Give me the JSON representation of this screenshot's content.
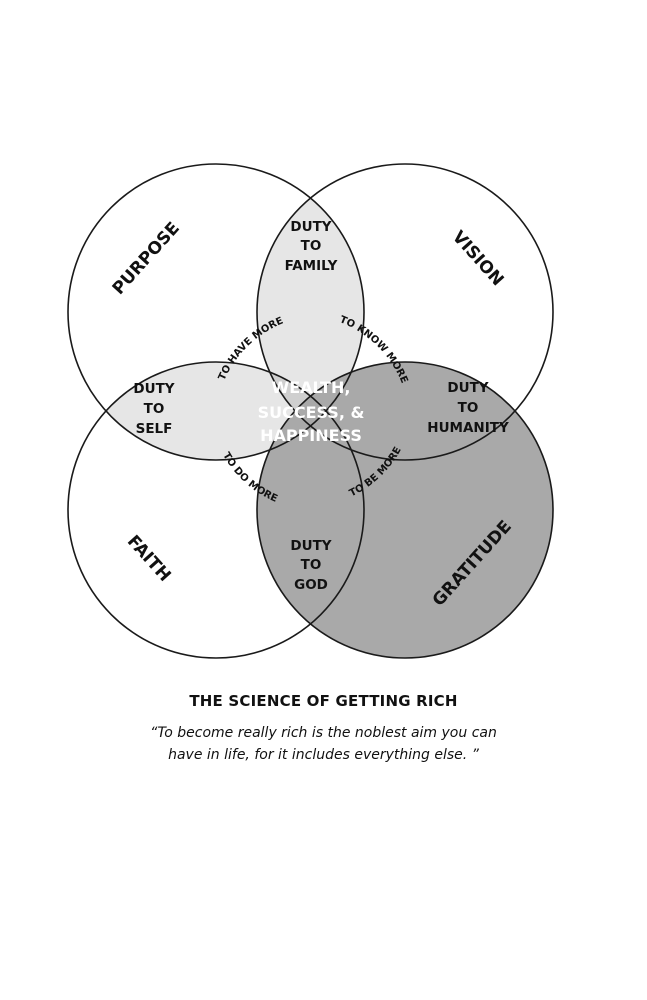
{
  "colors": {
    "background": "#ffffff",
    "outline": "#1a1a1a",
    "pair_fill": "#e6e6e6",
    "triple_fill": "#cfcfcf",
    "center_fill": "#a9a9a9",
    "text": "#111111",
    "center_text": "#ffffff"
  },
  "outer_labels": {
    "top_left": "PURPOSE",
    "top_right": "VISION",
    "bottom_left": "FAITH",
    "bottom_right": "GRATITUDE"
  },
  "duties": {
    "family": [
      "DUTY",
      "TO",
      "FAMILY"
    ],
    "self": [
      "DUTY",
      "TO",
      "SELF"
    ],
    "humanity": [
      "DUTY",
      "TO",
      "HUMANITY"
    ],
    "god": [
      "DUTY",
      "TO",
      "GOD"
    ]
  },
  "arcs": {
    "top_left": "TO HAVE MORE",
    "top_right": "TO KNOW MORE",
    "bottom_left": "TO DO MORE",
    "bottom_right": "TO BE MORE"
  },
  "center": [
    "WEALTH,",
    "SUCCESS, &",
    "HAPPINESS"
  ],
  "caption": {
    "title": "THE SCIENCE OF GETTING RICH",
    "quote_line1": "“To become really rich is the noblest aim you can",
    "quote_line2": "have in life, for it includes everything else. ”"
  }
}
